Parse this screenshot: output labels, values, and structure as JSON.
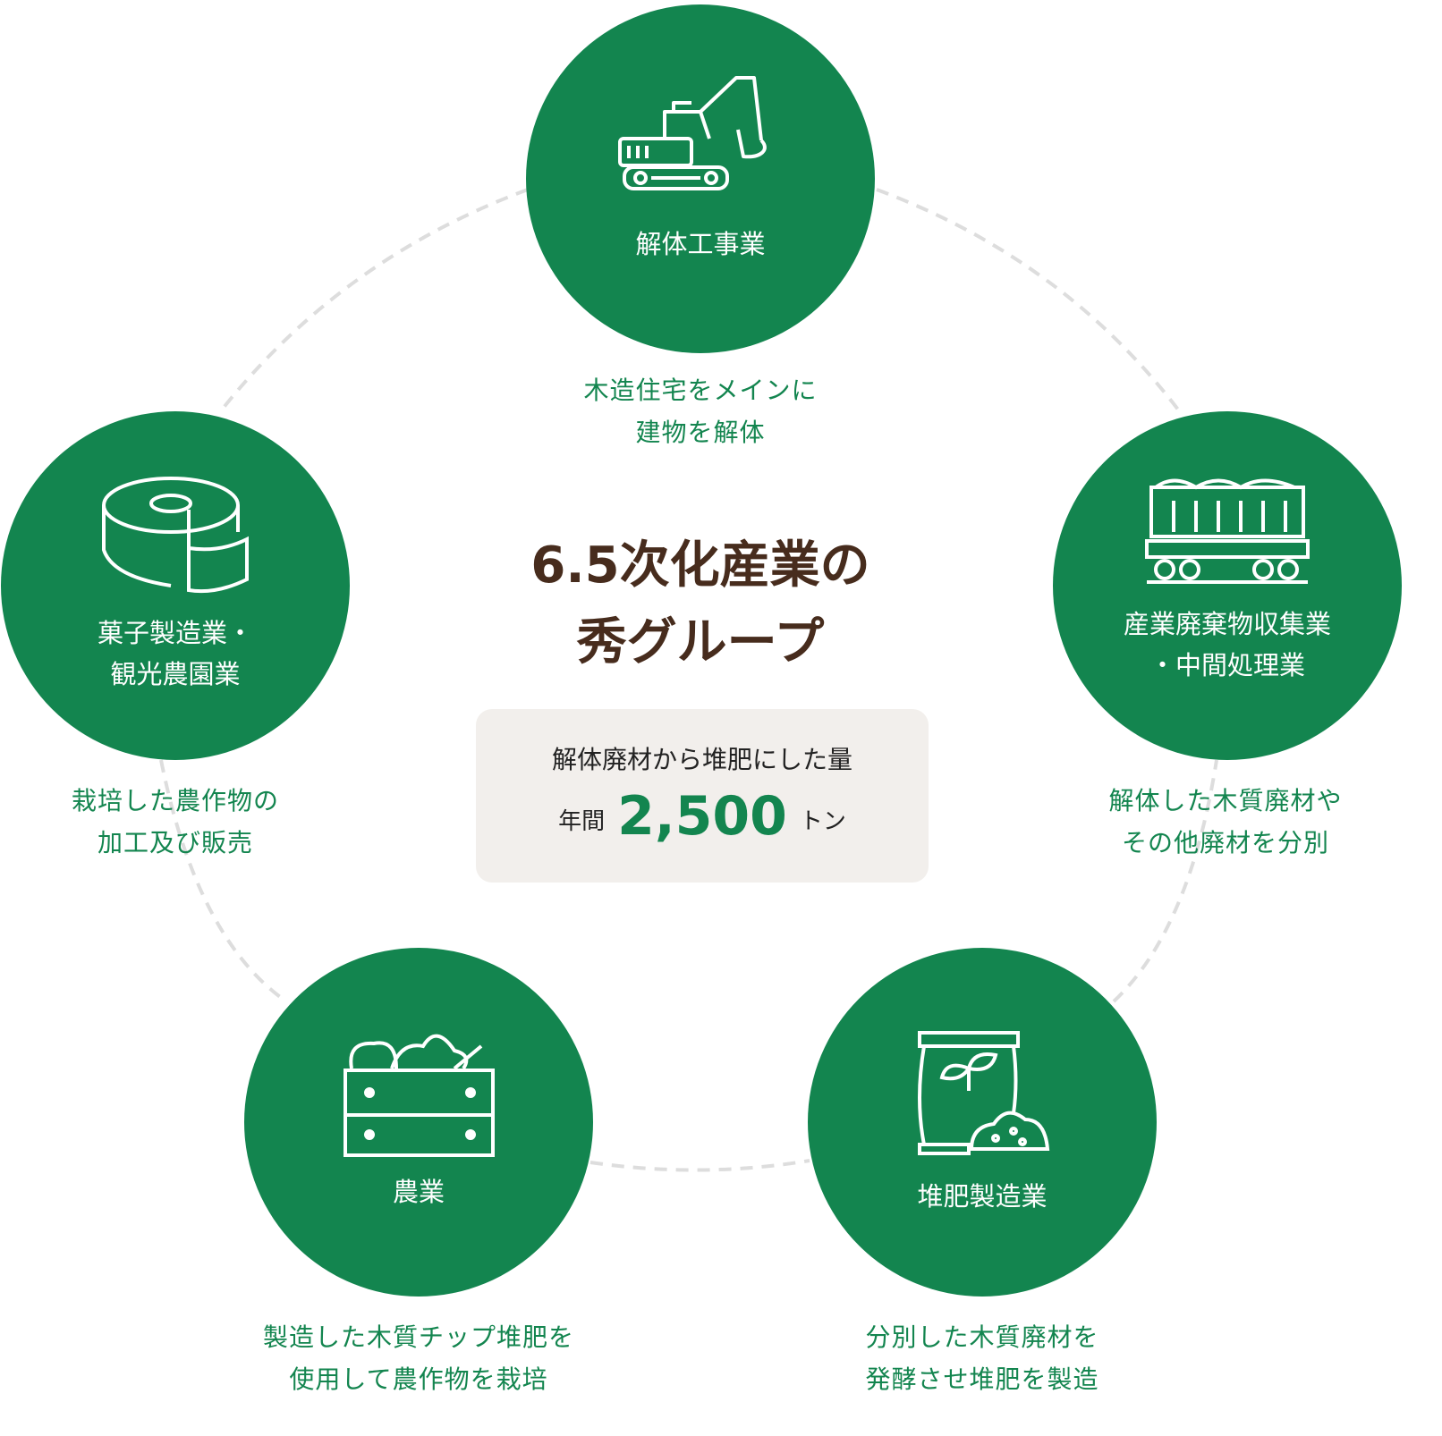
{
  "heading": {
    "line1": "6.5次化産業の",
    "line2": "秀グループ"
  },
  "stat": {
    "label": "解体廃材から堆肥にした量",
    "prefix": "年間",
    "value": "2,500",
    "unit": "トン"
  },
  "colors": {
    "green": "#13854f",
    "brown": "#472c1d",
    "box": "#f2efec",
    "ring": "#dddddd"
  },
  "businesses": [
    {
      "icon": "excavator-icon",
      "name": [
        "解体工事業"
      ],
      "desc": [
        "木造住宅をメインに",
        "建物を解体"
      ]
    },
    {
      "icon": "freight-wagon-icon",
      "name": [
        "産業廃棄物収集業",
        "・中間処理業"
      ],
      "desc": [
        "解体した木質廃材や",
        "その他廃材を分別"
      ]
    },
    {
      "icon": "compost-bag-icon",
      "name": [
        "堆肥製造業"
      ],
      "desc": [
        "分別した木質廃材を",
        "発酵させ堆肥を製造"
      ]
    },
    {
      "icon": "vegetable-crate-icon",
      "name": [
        "農業"
      ],
      "desc": [
        "製造した木質チップ堆肥を",
        "使用して農作物を栽培"
      ]
    },
    {
      "icon": "baumkuchen-icon",
      "name": [
        "菓子製造業・",
        "観光農園業"
      ],
      "desc": [
        "栽培した農作物の",
        "加工及び販売"
      ]
    }
  ]
}
